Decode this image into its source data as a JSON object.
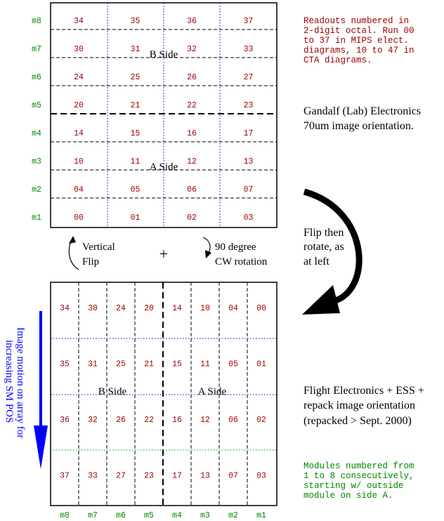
{
  "top_grid": {
    "rows": [
      {
        "label": "m8",
        "cells": [
          "34",
          "35",
          "36",
          "37"
        ]
      },
      {
        "label": "m7",
        "cells": [
          "30",
          "31",
          "32",
          "33"
        ]
      },
      {
        "label": "m6",
        "cells": [
          "24",
          "25",
          "26",
          "27"
        ]
      },
      {
        "label": "m5",
        "cells": [
          "20",
          "21",
          "22",
          "23"
        ]
      },
      {
        "label": "m4",
        "cells": [
          "14",
          "15",
          "16",
          "17"
        ]
      },
      {
        "label": "m3",
        "cells": [
          "10",
          "11",
          "12",
          "13"
        ]
      },
      {
        "label": "m2",
        "cells": [
          "04",
          "05",
          "06",
          "07"
        ]
      },
      {
        "label": "m1",
        "cells": [
          "00",
          "01",
          "02",
          "03"
        ]
      }
    ],
    "b_side_label": "B Side",
    "a_side_label": "A Side"
  },
  "bottom_grid": {
    "rows": [
      [
        "34",
        "30",
        "24",
        "20",
        "14",
        "10",
        "04",
        "00"
      ],
      [
        "35",
        "31",
        "25",
        "21",
        "15",
        "11",
        "05",
        "01"
      ],
      [
        "36",
        "32",
        "26",
        "22",
        "16",
        "12",
        "06",
        "02"
      ],
      [
        "37",
        "33",
        "27",
        "23",
        "17",
        "13",
        "07",
        "03"
      ]
    ],
    "col_labels": [
      "m8",
      "m7",
      "m6",
      "m5",
      "m4",
      "m3",
      "m2",
      "m1"
    ],
    "b_side_label": "B Side",
    "a_side_label": "A Side"
  },
  "notes": {
    "readouts": [
      "Readouts numbered in",
      "2-digit octal. Run 00",
      "to 37 in MIPS elect.",
      "diagrams, 10 to 47 in",
      "CTA diagrams."
    ],
    "gandalf": [
      "Gandalf (Lab) Electronics",
      "70um image orientation."
    ],
    "flip_rotate": [
      "Flip then",
      "rotate, as",
      "at left"
    ],
    "flight": [
      "Flight Electronics + ESS +",
      "repack image orientation",
      "(repacked > Sept. 2000)"
    ],
    "modules": [
      "Modules numbered from",
      "1 to 8 consecutively,",
      "starting w/ outside",
      "module on side A."
    ]
  },
  "vertical_flip_label": [
    "Vertical",
    "Flip"
  ],
  "cw_rotation_label": [
    "90 degree",
    "CW rotation"
  ],
  "plus_sign": "+",
  "image_motion_label": [
    "Image motion on array for",
    "increasing SM POS"
  ],
  "colors": {
    "cell_number": "#a00000",
    "row_label": "#008800",
    "note_red": "#a00000",
    "note_green": "#008800",
    "blue_arrow": "#0000ff",
    "blue_dotted": "#0000cc",
    "green_dotted": "#009900"
  }
}
